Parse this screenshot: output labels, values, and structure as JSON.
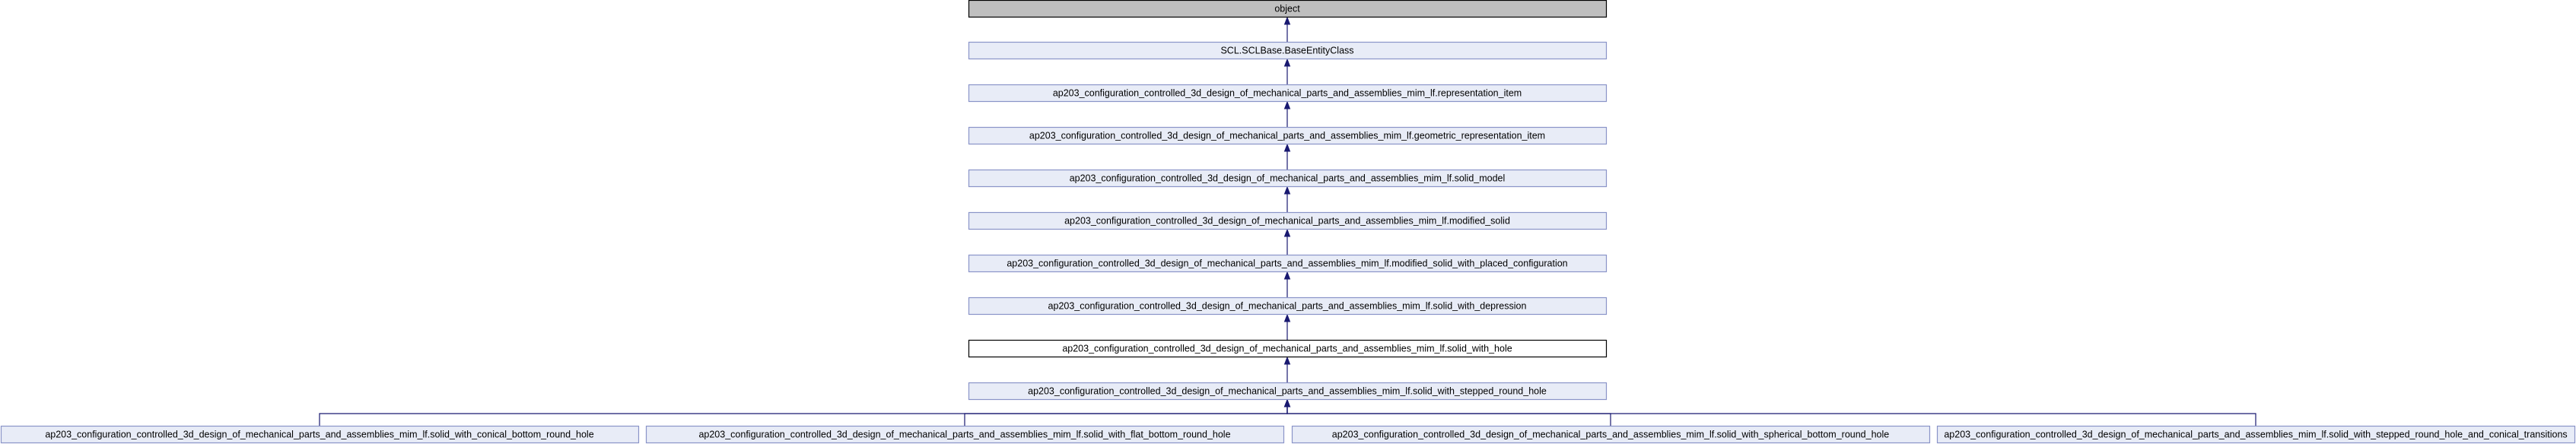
{
  "diagram": {
    "type": "class-inheritance-graph",
    "colors": {
      "root_fill": "#bfbfbf",
      "root_stroke": "#000000",
      "node_fill": "#e8ecf7",
      "node_stroke": "#8a94c8",
      "current_fill": "#ffffff",
      "current_stroke": "#000000",
      "edge": "#191970"
    },
    "nodes": [
      {
        "id": "n0",
        "label": "object",
        "kind": "root"
      },
      {
        "id": "n1",
        "label": "SCL.SCLBase.BaseEntityClass",
        "kind": "ancestor"
      },
      {
        "id": "n2",
        "label": "ap203_configuration_controlled_3d_design_of_mechanical_parts_and_assemblies_mim_lf.representation_item",
        "kind": "ancestor"
      },
      {
        "id": "n3",
        "label": "ap203_configuration_controlled_3d_design_of_mechanical_parts_and_assemblies_mim_lf.geometric_representation_item",
        "kind": "ancestor"
      },
      {
        "id": "n4",
        "label": "ap203_configuration_controlled_3d_design_of_mechanical_parts_and_assemblies_mim_lf.solid_model",
        "kind": "ancestor"
      },
      {
        "id": "n5",
        "label": "ap203_configuration_controlled_3d_design_of_mechanical_parts_and_assemblies_mim_lf.modified_solid",
        "kind": "ancestor"
      },
      {
        "id": "n6",
        "label": "ap203_configuration_controlled_3d_design_of_mechanical_parts_and_assemblies_mim_lf.modified_solid_with_placed_configuration",
        "kind": "ancestor"
      },
      {
        "id": "n7",
        "label": "ap203_configuration_controlled_3d_design_of_mechanical_parts_and_assemblies_mim_lf.solid_with_depression",
        "kind": "ancestor"
      },
      {
        "id": "n8",
        "label": "ap203_configuration_controlled_3d_design_of_mechanical_parts_and_assemblies_mim_lf.solid_with_hole",
        "kind": "current"
      },
      {
        "id": "n9",
        "label": "ap203_configuration_controlled_3d_design_of_mechanical_parts_and_assemblies_mim_lf.solid_with_stepped_round_hole",
        "kind": "descendant"
      },
      {
        "id": "n10",
        "label": "ap203_configuration_controlled_3d_design_of_mechanical_parts_and_assemblies_mim_lf.solid_with_conical_bottom_round_hole",
        "kind": "descendant"
      },
      {
        "id": "n11",
        "label": "ap203_configuration_controlled_3d_design_of_mechanical_parts_and_assemblies_mim_lf.solid_with_flat_bottom_round_hole",
        "kind": "descendant"
      },
      {
        "id": "n12",
        "label": "ap203_configuration_controlled_3d_design_of_mechanical_parts_and_assemblies_mim_lf.solid_with_spherical_bottom_round_hole",
        "kind": "descendant"
      },
      {
        "id": "n13",
        "label": "ap203_configuration_controlled_3d_design_of_mechanical_parts_and_assemblies_mim_lf.solid_with_stepped_round_hole_and_conical_transitions",
        "kind": "descendant"
      }
    ],
    "edges": [
      {
        "from": "n1",
        "to": "n0"
      },
      {
        "from": "n2",
        "to": "n1"
      },
      {
        "from": "n3",
        "to": "n2"
      },
      {
        "from": "n4",
        "to": "n3"
      },
      {
        "from": "n5",
        "to": "n4"
      },
      {
        "from": "n6",
        "to": "n5"
      },
      {
        "from": "n7",
        "to": "n6"
      },
      {
        "from": "n8",
        "to": "n7"
      },
      {
        "from": "n9",
        "to": "n8"
      },
      {
        "from": "n10",
        "to": "n9"
      },
      {
        "from": "n11",
        "to": "n9"
      },
      {
        "from": "n12",
        "to": "n9"
      },
      {
        "from": "n13",
        "to": "n9"
      }
    ]
  }
}
